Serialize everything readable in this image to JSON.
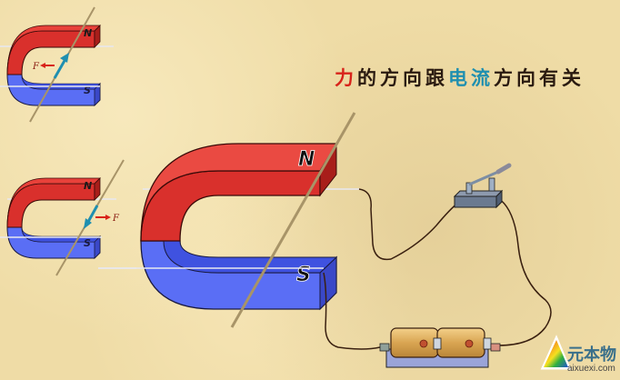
{
  "title": {
    "parts": [
      {
        "text": "力",
        "color": "#d8231a"
      },
      {
        "text": "的方向跟",
        "color": "#2a1a10"
      },
      {
        "text": "电流",
        "color": "#1f8fb0"
      },
      {
        "text": "方向有关",
        "color": "#2a1a10"
      }
    ],
    "full": "力的方向跟电流方向有关"
  },
  "diagram_top_left": {
    "north_label": "N",
    "south_label": "S",
    "force_label": "F",
    "force_direction": "left",
    "current_direction": "up"
  },
  "diagram_mid_left": {
    "north_label": "N",
    "south_label": "S",
    "force_label": "F",
    "force_direction": "right",
    "current_direction": "down"
  },
  "main_diagram": {
    "north_label": "N",
    "south_label": "S",
    "components": [
      "horseshoe-magnet",
      "conductor-rod",
      "knife-switch",
      "battery-pack",
      "wires"
    ]
  },
  "colors": {
    "north": "#d9302c",
    "south": "#4a5ef0",
    "background": "#efdca6",
    "rod": "#a89468",
    "current_arrow": "#1f8fb0",
    "force_arrow": "#d8231a"
  },
  "watermark": {
    "text": "元本物",
    "sub": "aixuexi.com"
  }
}
